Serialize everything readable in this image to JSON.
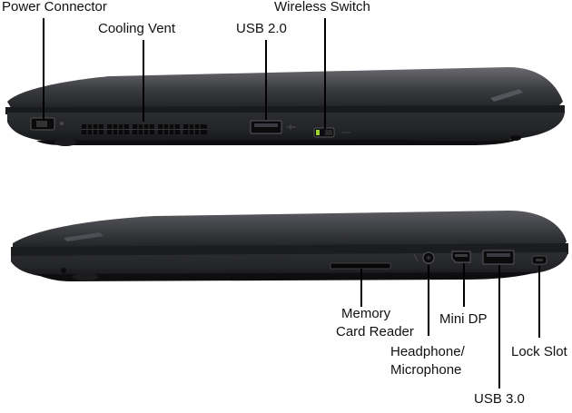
{
  "figure": {
    "background": "#ffffff",
    "laptop_color": "#2a2a2c",
    "leader_color": "#000000",
    "vent_indicator_color": "#9bd32a"
  },
  "views": {
    "left_side": {
      "labels": {
        "power_connector": "Power Connector",
        "cooling_vent": "Cooling Vent",
        "usb_2": "USB 2.0",
        "wireless_switch": "Wireless Switch"
      }
    },
    "right_side": {
      "labels": {
        "memory_card_reader_line1": "Memory",
        "memory_card_reader_line2": "Card Reader",
        "mini_dp": "Mini DP",
        "headphone_line1": "Headphone/",
        "headphone_line2": "Microphone",
        "lock_slot": "Lock Slot",
        "usb_3": "USB 3.0"
      }
    }
  }
}
